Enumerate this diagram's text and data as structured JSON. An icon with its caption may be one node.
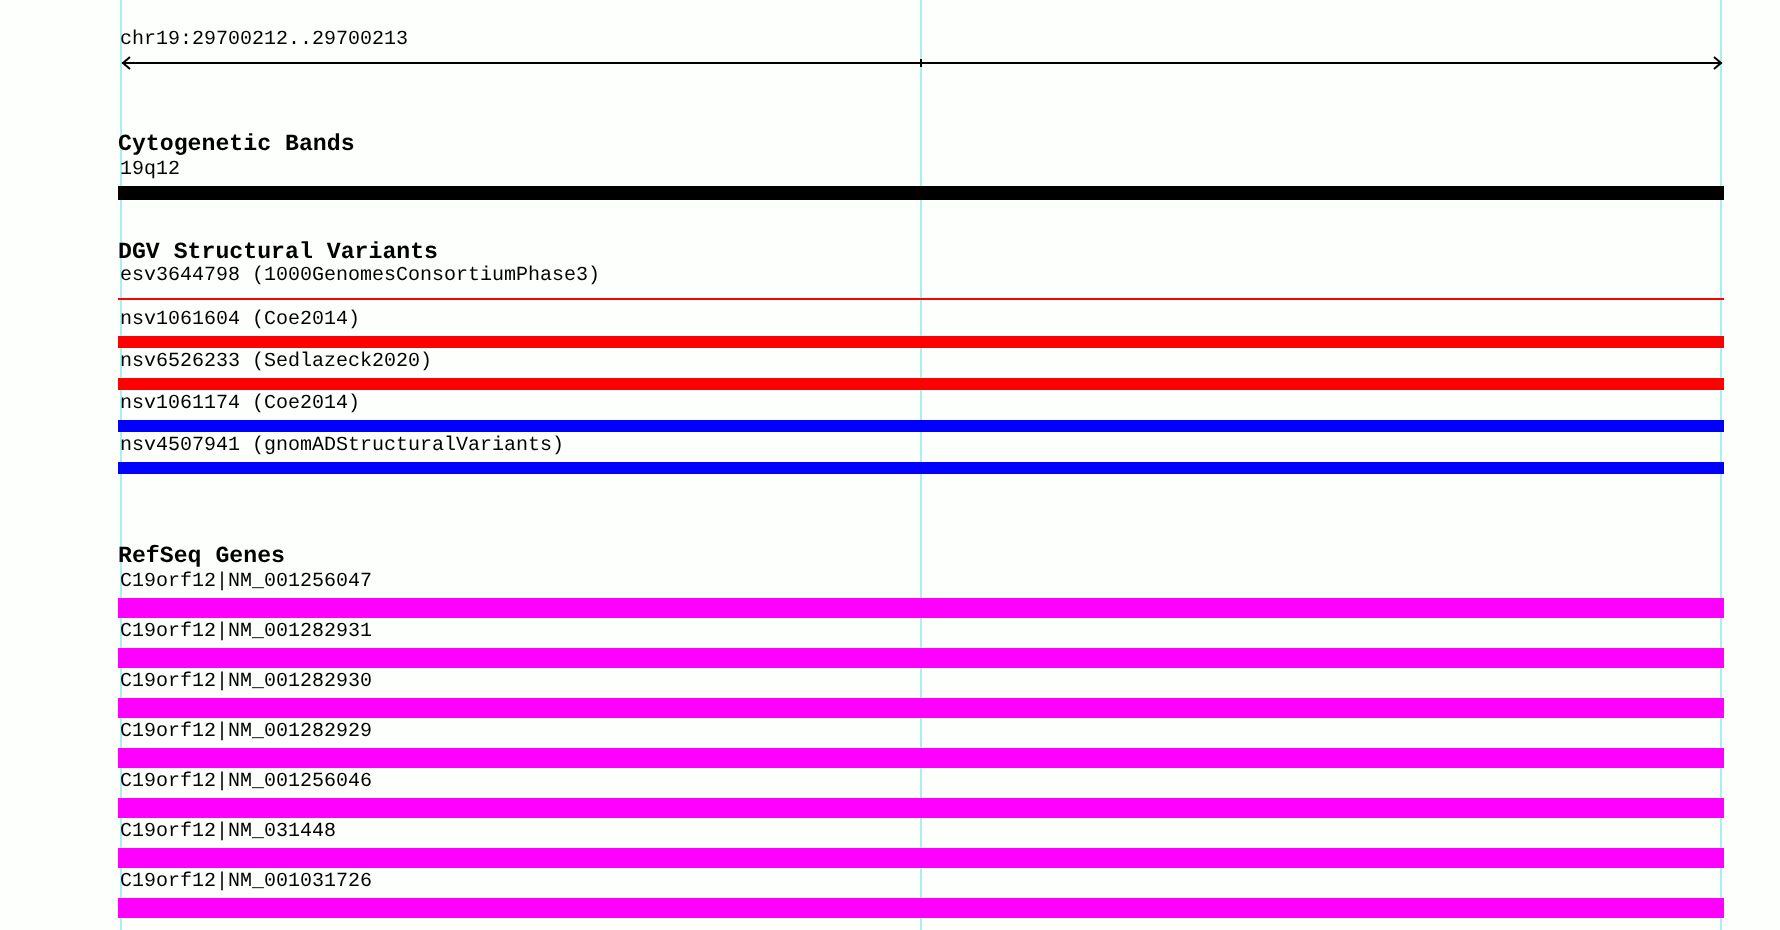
{
  "diagram": {
    "nodes": [
      {
        "text": [
          "19q12"
        ]
      },
      {
        "text": [
          "esv3644798 (1000GenomesConsortiumPhase3)"
        ]
      },
      {
        "text": [
          "nsv1061604 (Coe2014)"
        ]
      },
      {
        "text": [
          "nsv6526233 (Sedlazeck2020)"
        ]
      },
      {
        "text": [
          "nsv1061174 (Coe2014)"
        ]
      },
      {
        "text": [
          "nsv4507941 (gnomADStructuralVariants)"
        ]
      },
      {
        "text": [
          "C19orf12|NM_001256047"
        ]
      },
      {
        "text": [
          "C19orf12|NM_001282931"
        ]
      },
      {
        "text": [
          "C19orf12|NM_001282930"
        ]
      },
      {
        "text": [
          "C19orf12|NM_001282929"
        ]
      },
      {
        "text": [
          "C19orf12|NM_001256046"
        ]
      },
      {
        "text": [
          "C19orf12|NM_031448"
        ]
      },
      {
        "text": [
          "C19orf12|NM_001031726"
        ]
      }
    ],
    "labels": [
      "chr19:29700212..29700213",
      "Cytogenetic Bands",
      "DGV Structural Variants",
      "RefSeq Genes"
    ]
  }
}
